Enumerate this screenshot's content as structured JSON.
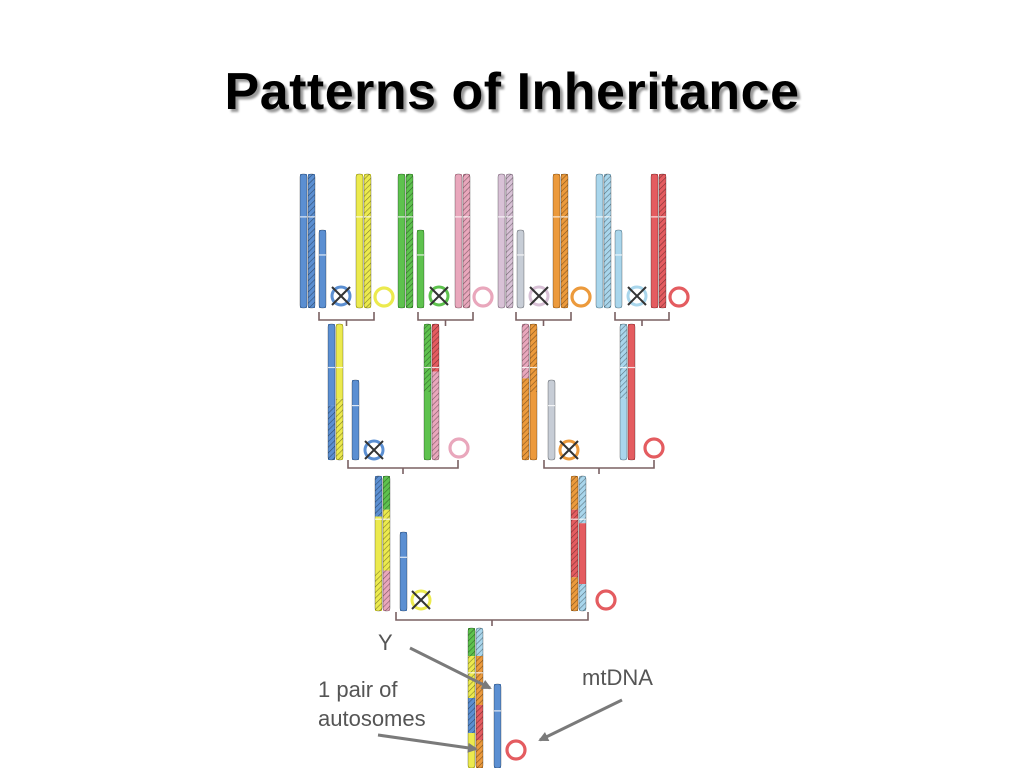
{
  "slide": {
    "title": "Patterns of Inheritance"
  },
  "labels": {
    "y": "Y",
    "autosomes_line1": "1 pair of",
    "autosomes_line2": "autosomes",
    "mtdna": "mtDNA"
  },
  "colors": {
    "blue": "#5b8fd2",
    "yellow": "#ecea4e",
    "green": "#5ec24e",
    "pink": "#e9a7bc",
    "lavender": "#d8c1d6",
    "orange": "#ec9a3c",
    "lightblue": "#a9d6ec",
    "red": "#e45c60",
    "gray": "#c7cdd6",
    "arrow": "#7a7a7a",
    "bracket": "#7a6062"
  }
}
